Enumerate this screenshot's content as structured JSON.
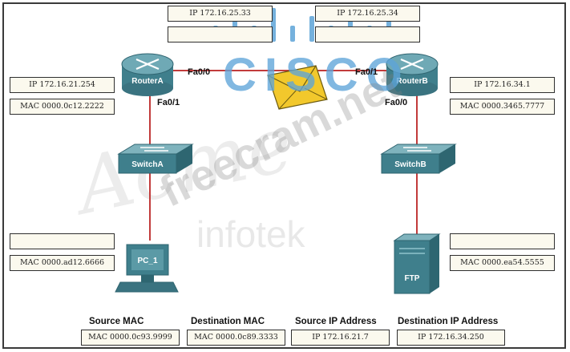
{
  "devices": {
    "router_a": "RouterA",
    "router_b": "RouterB",
    "switch_a": "SwitchA",
    "switch_b": "SwitchB",
    "pc": "PC_1",
    "server": "FTP"
  },
  "ports": {
    "router_a_top": "Fa0/0",
    "router_a_bottom": "Fa0/1",
    "router_b_top": "Fa0/1",
    "router_b_bottom": "Fa0/0"
  },
  "link_a_top": {
    "ip": "IP 172.16.25.33",
    "mac": ""
  },
  "link_b_top": {
    "ip": "IP 172.16.25.34",
    "mac": ""
  },
  "router_a_lan": {
    "ip": "IP 172.16.21.254",
    "mac": "MAC 0000.0c12.2222"
  },
  "router_b_lan": {
    "ip": "IP 172.16.34.1",
    "mac": "MAC 0000.3465.7777"
  },
  "pc_host": {
    "ip": "",
    "mac": "MAC 0000.ad12.6666"
  },
  "ftp_host": {
    "ip": "",
    "mac": "MAC 0000.ea54.5555"
  },
  "packet": {
    "headers": {
      "src_mac": "Source MAC",
      "dst_mac": "Destination MAC",
      "src_ip": "Source IP Address",
      "dst_ip": "Destination IP Address"
    },
    "values": {
      "src_mac": "MAC 0000.0c93.9999",
      "dst_mac": "MAC 0000.0c89.3333",
      "src_ip": "IP 172.16.21.7",
      "dst_ip": "IP 172.16.34.250"
    }
  },
  "watermarks": {
    "vendor": "CISCO",
    "site": "freecram.net",
    "brand": "Acme",
    "brand_sub": "infotek"
  },
  "colors": {
    "cable": "#c23b3b",
    "device": "#3f7f8c",
    "envelope": "#f2c82c",
    "cisco_logo": "#5ea4d8"
  }
}
